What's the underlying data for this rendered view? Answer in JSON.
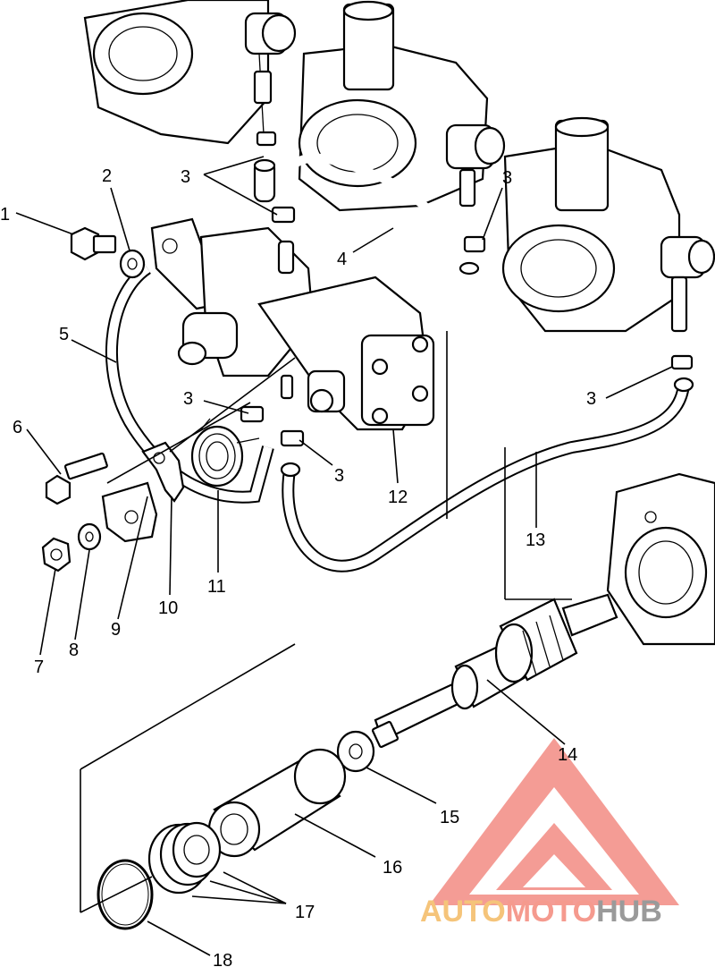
{
  "callouts": [
    {
      "n": "1"
    },
    {
      "n": "2"
    },
    {
      "n": "3"
    },
    {
      "n": "3"
    },
    {
      "n": "3"
    },
    {
      "n": "3"
    },
    {
      "n": "3"
    },
    {
      "n": "4"
    },
    {
      "n": "5"
    },
    {
      "n": "6"
    },
    {
      "n": "7"
    },
    {
      "n": "8"
    },
    {
      "n": "9"
    },
    {
      "n": "10"
    },
    {
      "n": "11"
    },
    {
      "n": "12"
    },
    {
      "n": "13"
    },
    {
      "n": "14"
    },
    {
      "n": "15"
    },
    {
      "n": "16"
    },
    {
      "n": "17"
    },
    {
      "n": "18"
    }
  ],
  "watermark": {
    "part1": "AUTO",
    "part2": "MOTO",
    "part3": "HUB",
    "colors": {
      "auto": "#f5c47a",
      "moto": "#f59a8e",
      "hub": "#9a9a9a",
      "triangle": "#f28b82"
    }
  }
}
